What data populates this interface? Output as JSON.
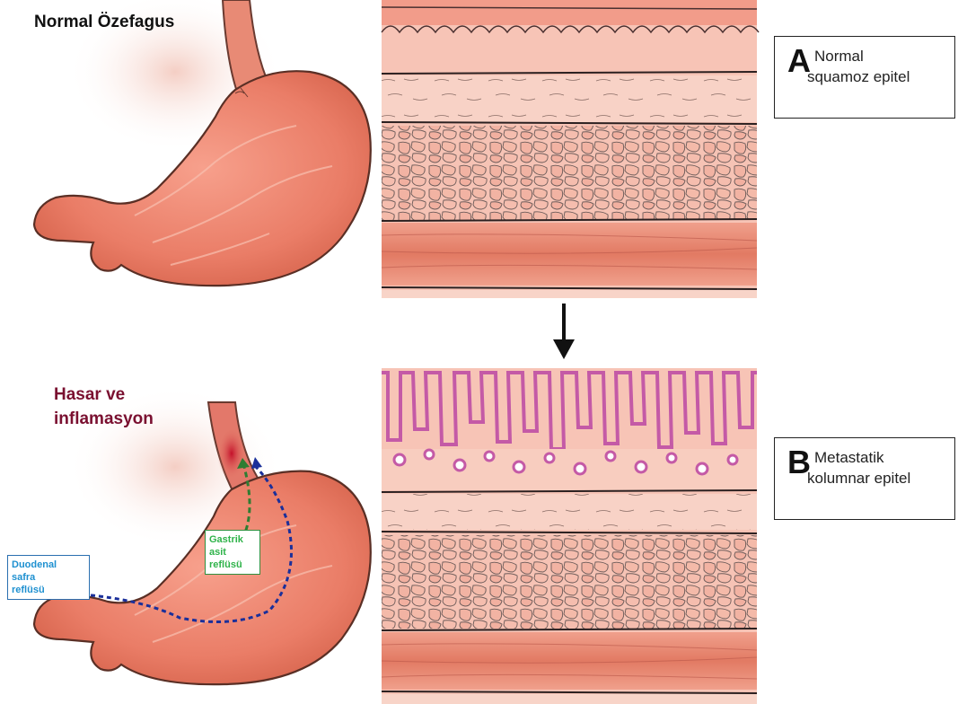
{
  "top": {
    "title": "Normal Özefagus"
  },
  "bottom": {
    "title": "Hasar ve\ninflamasyon"
  },
  "panel_a": {
    "letter": "A",
    "line1": "Normal",
    "line2": "squamoz epitel"
  },
  "panel_b": {
    "letter": "B",
    "line1": "Metastatik",
    "line2": "kolumnar epitel"
  },
  "reflux": {
    "gastric_label": "Gastrik\nasit\nreflüsü",
    "bile_label": "Duodenal\nsafra\nreflüsü"
  },
  "colors": {
    "tissue": "#f4b4a3",
    "stomach": "#ec8d78",
    "muscle": "#e8836c",
    "villi": "#c45aa6",
    "gastric_arrow": "#2e7d32",
    "bile_arrow": "#1a2f9a"
  }
}
